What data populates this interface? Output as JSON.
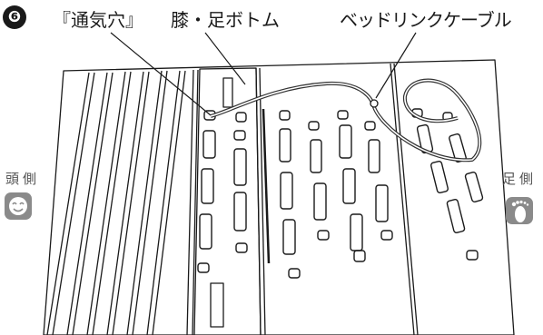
{
  "step": {
    "number": "❻"
  },
  "callouts": {
    "vent": "『通気穴』",
    "knee_foot_bottom": "膝・足ボトム",
    "bed_link_cable": "ベッドリンクケーブル"
  },
  "sides": {
    "head": "頭側",
    "foot": "足側"
  },
  "icons": {
    "head": "smiley-face-icon",
    "foot": "footprint-icon"
  }
}
